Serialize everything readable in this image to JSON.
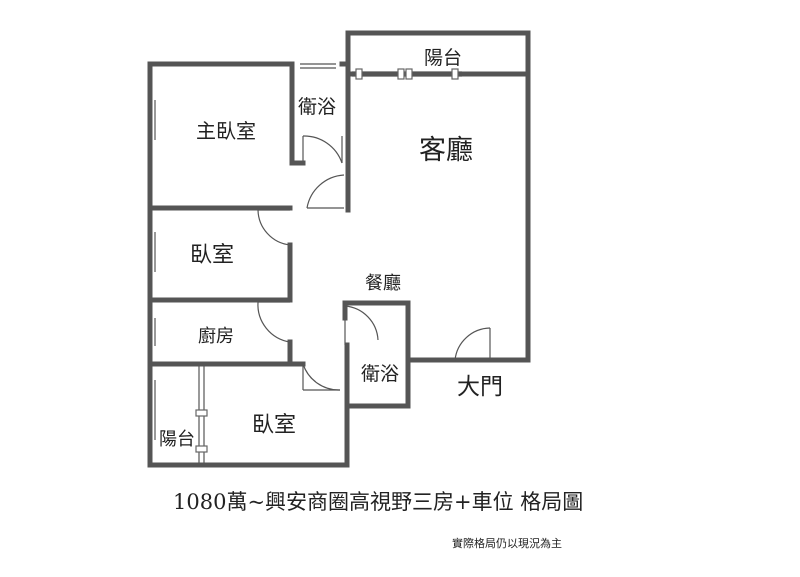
{
  "rooms": {
    "balcony_top": "陽台",
    "master_bath": "衛浴",
    "master_bedroom": "主臥室",
    "living_room": "客廳",
    "bedroom_middle": "臥室",
    "dining_room": "餐廳",
    "kitchen": "廚房",
    "bath_small": "衛浴",
    "main_door": "大門",
    "balcony_bottom": "陽台",
    "bedroom_bottom": "臥室"
  },
  "caption": {
    "title": "1080萬~興安商圈高視野三房+車位  格局圖",
    "note": "實際格局仍以現況為主"
  },
  "colors": {
    "wall": "#555555",
    "text": "#222222",
    "background": "#ffffff"
  }
}
